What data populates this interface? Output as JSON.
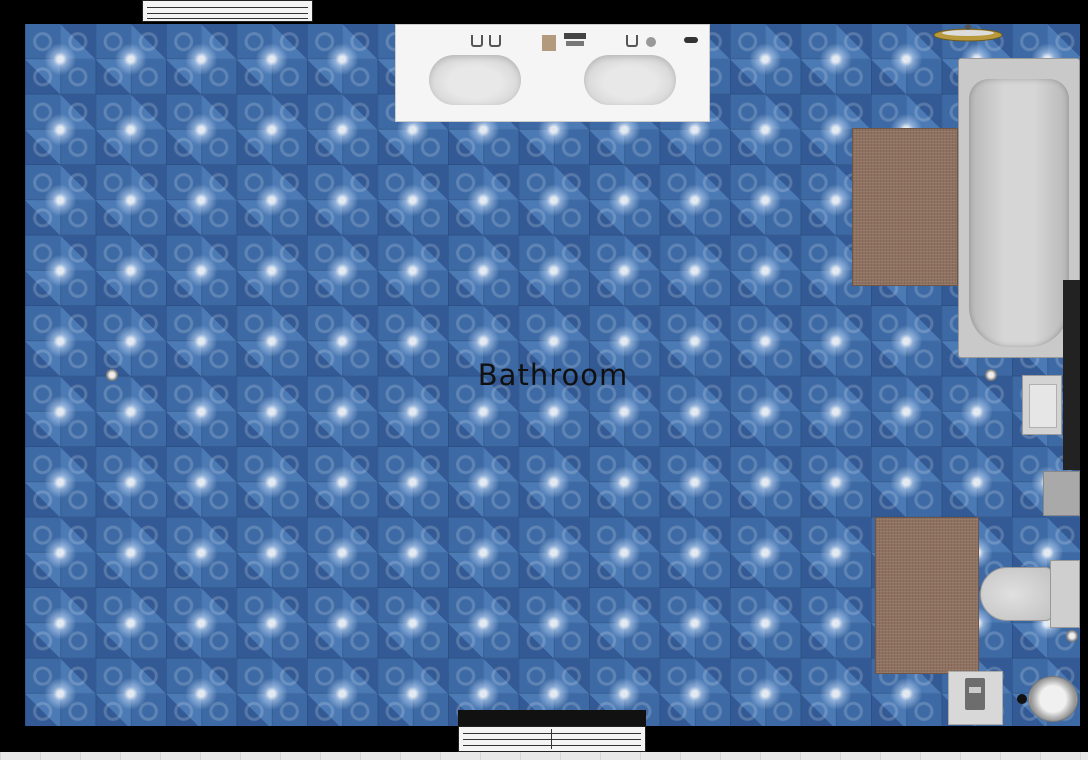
{
  "room": {
    "label": "Bathroom"
  },
  "fixtures": {
    "vanity": "double-sink-vanity",
    "bathtub": "bathtub",
    "toilet": "toilet",
    "bath_mat_top": "bath-mat",
    "bath_mat_bottom": "bath-mat",
    "trash_bin": "trash-bin",
    "floor_drain": "floor-drain"
  },
  "colors": {
    "floor_tile": "#3d6aa5",
    "wall": "#000000",
    "mat": "#8e7160",
    "fixture": "#c9c9c9"
  }
}
